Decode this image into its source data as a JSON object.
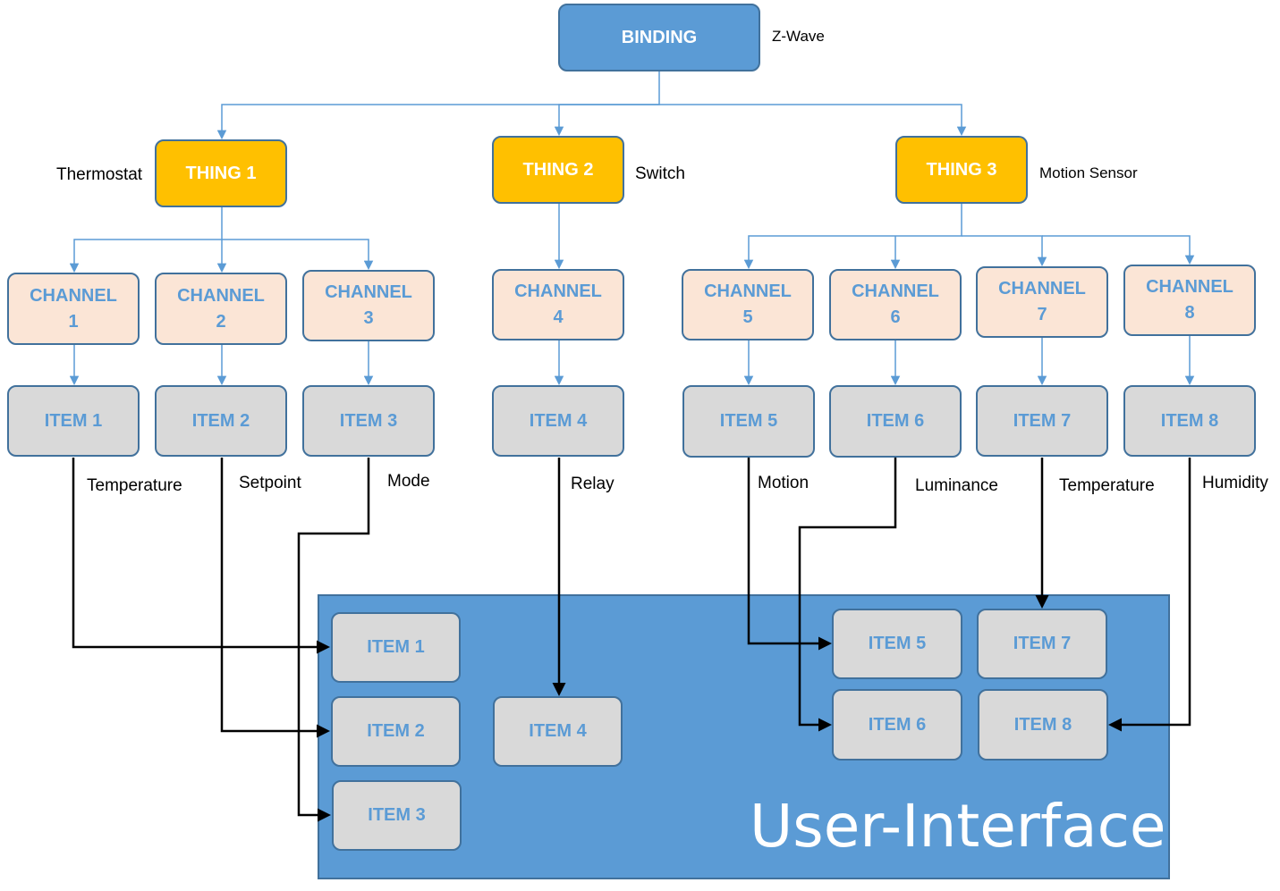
{
  "binding": {
    "label": "BINDING",
    "protocol": "Z-Wave"
  },
  "things": [
    {
      "label": "THING 1",
      "type": "Thermostat"
    },
    {
      "label": "THING 2",
      "type": "Switch"
    },
    {
      "label": "THING 3",
      "type": "Motion Sensor"
    }
  ],
  "channels": [
    {
      "label": "CHANNEL\n1"
    },
    {
      "label": "CHANNEL\n2"
    },
    {
      "label": "CHANNEL\n3"
    },
    {
      "label": "CHANNEL\n4"
    },
    {
      "label": "CHANNEL\n5"
    },
    {
      "label": "CHANNEL\n6"
    },
    {
      "label": "CHANNEL\n7"
    },
    {
      "label": "CHANNEL\n8"
    }
  ],
  "items": [
    {
      "label": "ITEM 1",
      "measure": "Temperature"
    },
    {
      "label": "ITEM 2",
      "measure": "Setpoint"
    },
    {
      "label": "ITEM 3",
      "measure": "Mode"
    },
    {
      "label": "ITEM 4",
      "measure": "Relay"
    },
    {
      "label": "ITEM 5",
      "measure": "Motion"
    },
    {
      "label": "ITEM 6",
      "measure": "Luminance"
    },
    {
      "label": "ITEM 7",
      "measure": "Temperature"
    },
    {
      "label": "ITEM 8",
      "measure": "Humidity"
    }
  ],
  "user_interface": {
    "title": "User-Interface",
    "items": [
      "ITEM 1",
      "ITEM 2",
      "ITEM 3",
      "ITEM 4",
      "ITEM 5",
      "ITEM 7",
      "ITEM 6",
      "ITEM 8"
    ]
  },
  "colors": {
    "binding": "#5b9bd5",
    "thing": "#ffc000",
    "channel": "#fbe5d6",
    "item": "#d9d9d9",
    "border": "#41719c",
    "panel": "#5b9bd5"
  }
}
